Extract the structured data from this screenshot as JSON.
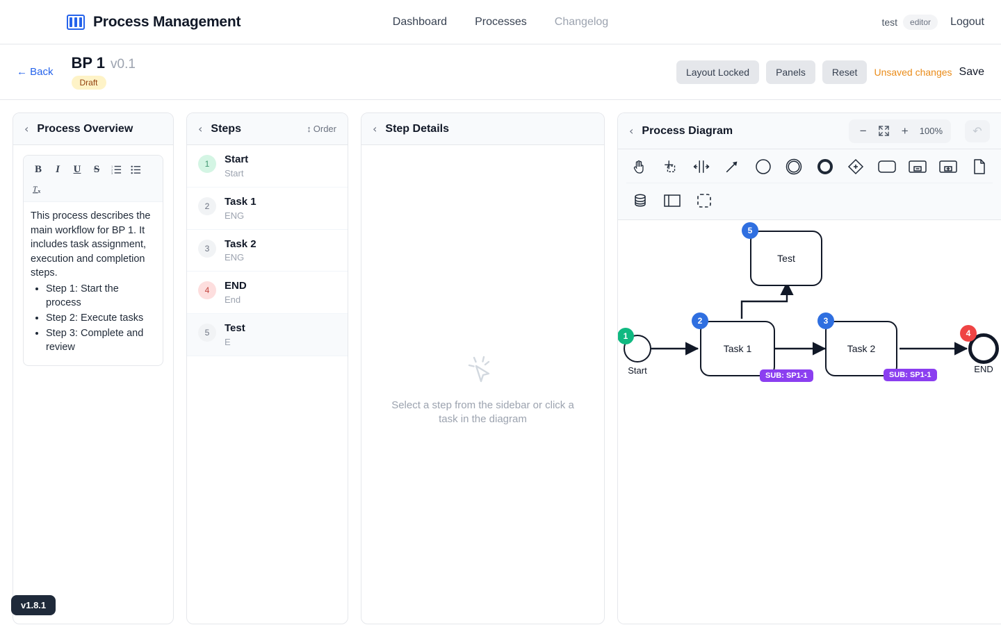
{
  "app": {
    "brand": "Process Management",
    "version_pill": "v1.8.1"
  },
  "topnav": {
    "links": [
      {
        "label": "Dashboard",
        "muted": false
      },
      {
        "label": "Processes",
        "muted": false
      },
      {
        "label": "Changelog",
        "muted": true
      }
    ],
    "user": "test",
    "role": "editor",
    "logout": "Logout"
  },
  "subheader": {
    "back": "← Back",
    "title": "BP 1",
    "version": "v0.1",
    "status": "Draft",
    "actions": {
      "layout": "Layout Locked",
      "panels": "Panels",
      "reset": "Reset",
      "unsaved": "Unsaved changes",
      "save": "Save"
    }
  },
  "overview": {
    "title": "Process Overview",
    "toolbar": [
      "B",
      "I",
      "U",
      "S",
      "ordered-list",
      "bullet-list",
      "clear-format"
    ],
    "paragraph": "This process describes the main workflow for BP 1. It includes task assignment, execution and completion steps.",
    "bullets": [
      "Step 1: Start the process",
      "Step 2: Execute tasks",
      "Step 3: Complete and review"
    ]
  },
  "steps": {
    "title": "Steps",
    "order_label": "Order",
    "items": [
      {
        "num": "1",
        "name": "Start",
        "sub": "Start",
        "tone": "green",
        "active": false
      },
      {
        "num": "2",
        "name": "Task 1",
        "sub": "ENG",
        "tone": "gray",
        "active": false
      },
      {
        "num": "3",
        "name": "Task 2",
        "sub": "ENG",
        "tone": "gray",
        "active": false
      },
      {
        "num": "4",
        "name": "END",
        "sub": "End",
        "tone": "red",
        "active": false
      },
      {
        "num": "5",
        "name": "Test",
        "sub": "E",
        "tone": "gray",
        "active": true
      }
    ]
  },
  "details": {
    "title": "Step Details",
    "empty_message": "Select a step from the sidebar or click a task in the diagram"
  },
  "diagram": {
    "title": "Process Diagram",
    "zoom_level": "100%",
    "tools_row1": [
      "hand-pan-icon",
      "select-crosshair-icon",
      "align-horizontal-icon",
      "connector-arrow-icon",
      "start-event-icon",
      "intermediate-event-icon",
      "end-event-icon",
      "gateway-diamond-icon",
      "task-icon",
      "collapsed-subprocess-icon",
      "expanded-subprocess-icon",
      "data-object-icon"
    ],
    "tools_row2": [
      "data-store-icon",
      "pool-lane-icon",
      "group-box-icon"
    ],
    "nodes": [
      {
        "id": "start",
        "type": "start-event",
        "label": "Start",
        "badge": "1",
        "badge_tone": "green"
      },
      {
        "id": "task1",
        "type": "task",
        "label": "Task 1",
        "badge": "2",
        "badge_tone": "blue",
        "sub_tag": "SUB: SP1-1"
      },
      {
        "id": "task2",
        "type": "task",
        "label": "Task 2",
        "badge": "3",
        "badge_tone": "blue",
        "sub_tag": "SUB: SP1-1"
      },
      {
        "id": "end",
        "type": "end-event",
        "label": "END",
        "badge": "4",
        "badge_tone": "red"
      },
      {
        "id": "test",
        "type": "task",
        "label": "Test",
        "badge": "5",
        "badge_tone": "blue"
      }
    ]
  },
  "colors": {
    "accent_blue": "#2563eb",
    "badge_blue": "#2f6fe0",
    "badge_green": "#10b981",
    "badge_red": "#ef4444",
    "sub_purple": "#8b3ff0",
    "warning_orange": "#ea8c1a",
    "draft_bg": "#fef3c7"
  }
}
